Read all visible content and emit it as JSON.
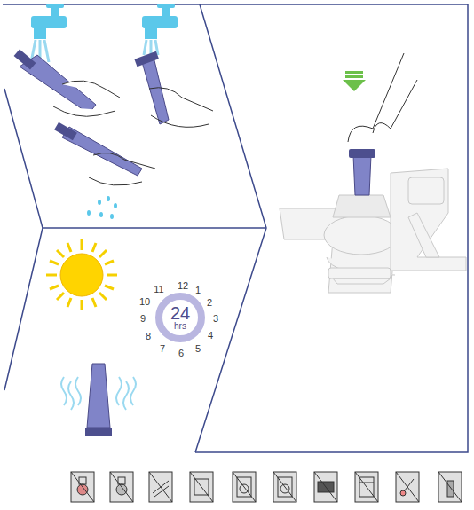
{
  "diagram": {
    "nodes": [
      {
        "text": [
          "24",
          "hrs"
        ]
      }
    ],
    "labels": [
      "12",
      "1",
      "2",
      "3",
      "4",
      "5",
      "6",
      "7",
      "8",
      "9",
      "10",
      "11"
    ]
  }
}
